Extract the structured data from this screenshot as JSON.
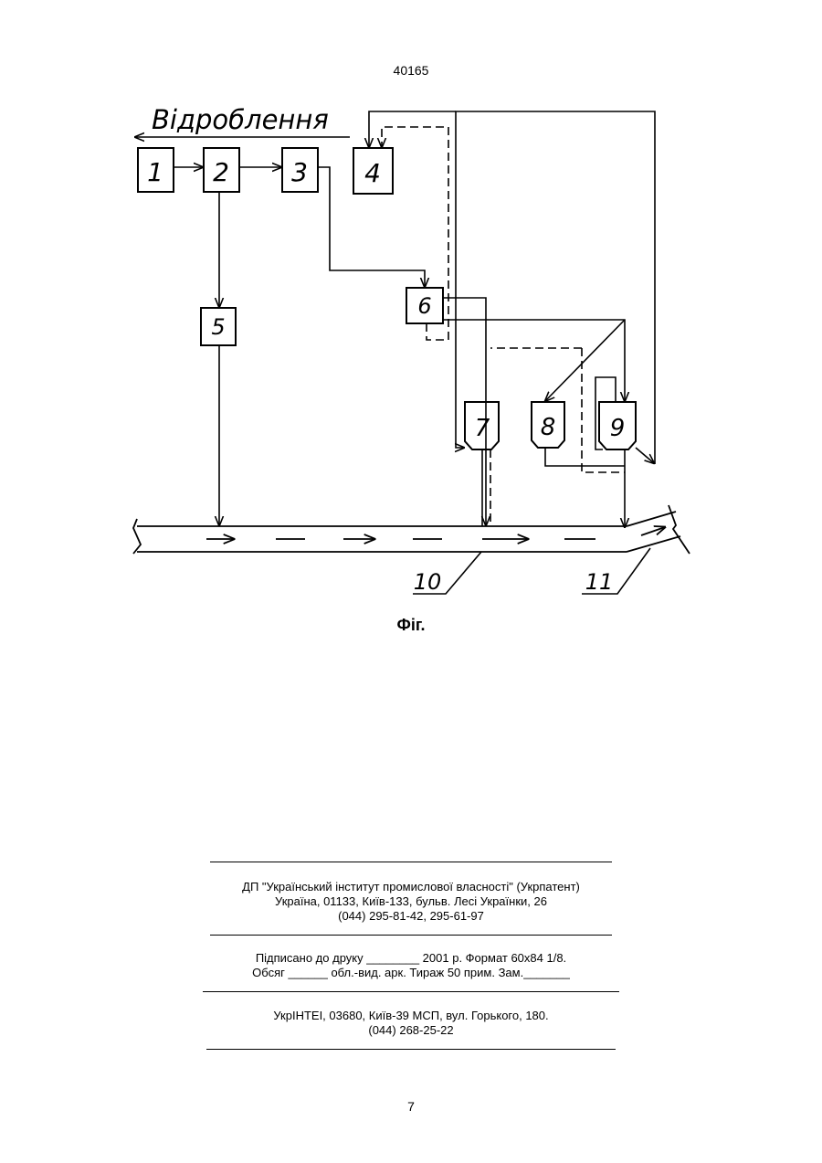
{
  "header": {
    "doc_number": "40165"
  },
  "diagram": {
    "direction_label": "Відроблення",
    "blocks": [
      "1",
      "2",
      "3",
      "4",
      "5",
      "6",
      "7",
      "8",
      "9"
    ],
    "refs": [
      "10",
      "11"
    ]
  },
  "figure": {
    "caption": "Фіг."
  },
  "imprint": {
    "org": [
      "ДП \"Український інститут промислової власності\" (Укрпатент)",
      "Україна, 01133, Київ-133, бульв. Лесі Українки, 26",
      "(044) 295-81-42, 295-61-97"
    ],
    "print": [
      "Підписано до друку ________ 2001 р.    Формат 60х84 1/8.",
      "Обсяг ______ обл.-вид. арк.   Тираж 50 прим.    Зам._______"
    ],
    "printer": [
      "УкрІНТЕІ, 03680, Київ-39 МСП, вул. Горького, 180.",
      "(044) 268-25-22"
    ]
  },
  "footer": {
    "page_number": "7"
  }
}
